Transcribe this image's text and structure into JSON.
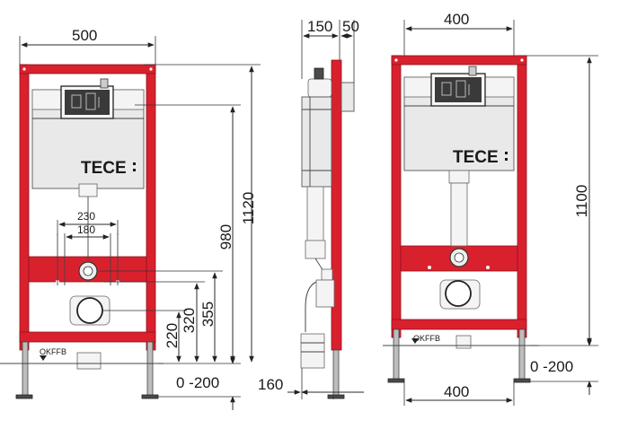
{
  "brand": "TECE",
  "floor_label": "OKFFB",
  "front_view": {
    "width": "500",
    "height_total": "1120",
    "height_980": "980",
    "height_355": "355",
    "height_320": "320",
    "height_220": "220",
    "spacing_230": "230",
    "spacing_180": "180",
    "leg_adjust": "0 -200"
  },
  "side_view": {
    "depth_150": "150",
    "depth_50": "50",
    "offset_160": "160"
  },
  "right_view": {
    "width_top": "400",
    "width_bottom": "400",
    "height_1100": "1100",
    "leg_adjust": "0 -200"
  }
}
